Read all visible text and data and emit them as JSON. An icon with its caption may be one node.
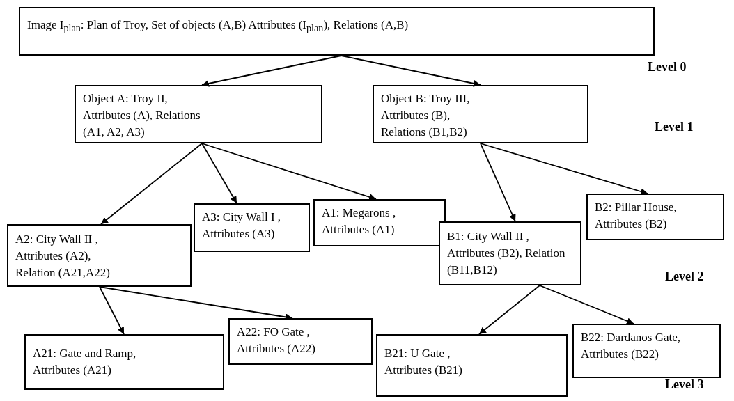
{
  "diagram": {
    "nodes": [
      {
        "text": [
          "Image I$_{plan}$: Plan of Troy, Set of objects (A,B) Attributes (I$_{plan}$), Relations (A,B)"
        ]
      },
      {
        "text": [
          "Object  A: Troy II, Attributes (A), Relations (A1, A2, A3)"
        ]
      },
      {
        "text": [
          "Object B: Troy III, Attributes (B), Relations (B1,B2)"
        ]
      },
      {
        "text": [
          "A2: City Wall II , Attributes (A2), Relation (A21,A22)"
        ]
      },
      {
        "text": [
          "A3: City Wall I , Attributes (A3)"
        ]
      },
      {
        "text": [
          "A1: Megarons  , Attributes (A1)"
        ]
      },
      {
        "text": [
          "B1: City Wall II , Attributes (B2), Relation (B11,B12)"
        ]
      },
      {
        "text": [
          "B2: Pillar House, Attributes (B2)"
        ]
      },
      {
        "text": [
          "A21: Gate and Ramp, Attributes (A21)"
        ]
      },
      {
        "text": [
          "A22: FO Gate , Attributes (A22)"
        ]
      },
      {
        "text": [
          "B21: U Gate , Attributes (B21)"
        ]
      },
      {
        "text": [
          "B22: Dardanos Gate, Attributes (B22)"
        ]
      }
    ],
    "edges": [
      {
        "from": 0,
        "to": 1,
        "arrow": "to"
      },
      {
        "from": 0,
        "to": 2,
        "arrow": "to"
      },
      {
        "from": 1,
        "to": 3,
        "arrow": "to"
      },
      {
        "from": 1,
        "to": 4,
        "arrow": "to"
      },
      {
        "from": 1,
        "to": 5,
        "arrow": "to"
      },
      {
        "from": 2,
        "to": 6,
        "arrow": "to"
      },
      {
        "from": 2,
        "to": 7,
        "arrow": "to"
      },
      {
        "from": 3,
        "to": 8,
        "arrow": "to"
      },
      {
        "from": 3,
        "to": 9,
        "arrow": "to"
      },
      {
        "from": 6,
        "to": 10,
        "arrow": "to"
      },
      {
        "from": 6,
        "to": 11,
        "arrow": "to"
      }
    ],
    "labels": [
      "Level 0",
      "Level 1",
      "Level 2",
      "Level 3"
    ]
  }
}
